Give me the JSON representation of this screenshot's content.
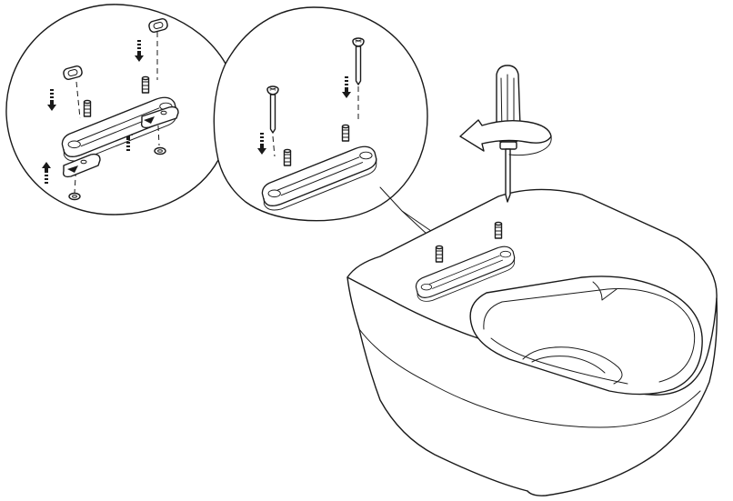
{
  "figure": {
    "background": "#ffffff",
    "line_color": "#1a1a1a",
    "panels": [
      "detail-circle-left",
      "detail-circle-right",
      "main-toilet-view"
    ],
    "icons": [
      "screwdriver-icon",
      "rotation-arrow-icon",
      "down-arrow-icon",
      "up-arrow-icon",
      "screw-icon",
      "washer-icon",
      "mounting-plate-icon"
    ]
  }
}
